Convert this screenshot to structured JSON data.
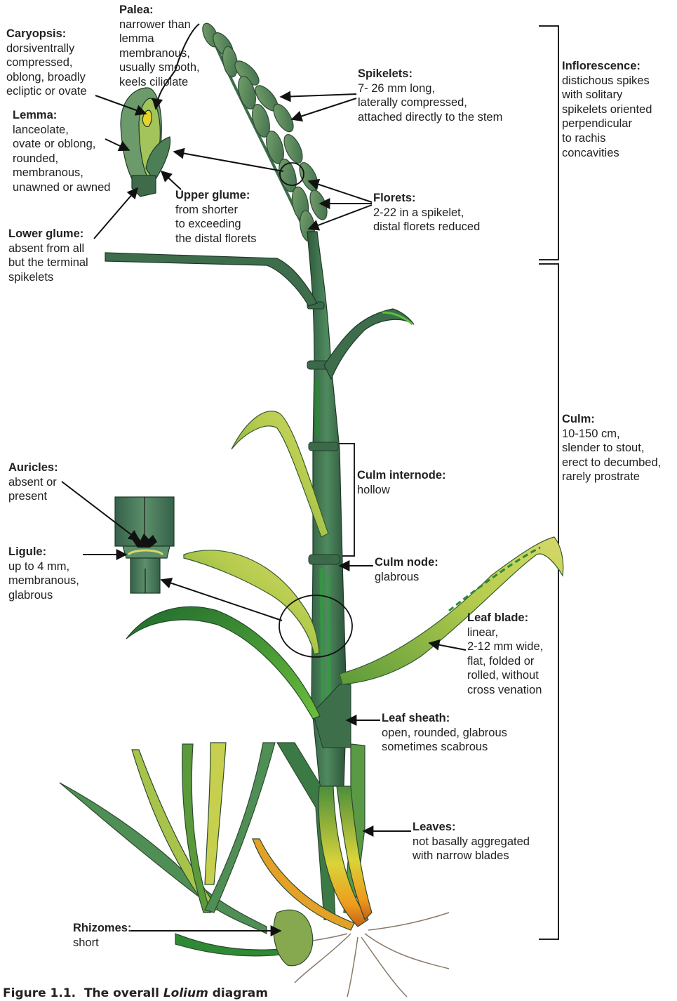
{
  "labels": {
    "palea": {
      "title": "Palea:",
      "desc": "narrower than\nlemma\nmembranous,\nusually smooth,\nkeels ciliolate"
    },
    "caryopsis": {
      "title": "Caryopsis:",
      "desc": "dorsiventrally\ncompressed,\noblong, broadly\necliptic or ovate"
    },
    "lemma": {
      "title": "Lemma:",
      "desc": "lanceolate,\novate or oblong,\nrounded,\nmembranous,\nunawned or awned"
    },
    "upper_glume": {
      "title": "Upper glume:",
      "desc": "from shorter\nto exceeding\nthe distal florets"
    },
    "lower_glume": {
      "title": "Lower glume:",
      "desc": "absent from all\nbut the terminal\nspikelets"
    },
    "spikelets": {
      "title": "Spikelets:",
      "desc": "7- 26 mm long,\nlaterally compressed,\nattached directly to the stem"
    },
    "florets": {
      "title": "Florets:",
      "desc": "2-22 in a spikelet,\ndistal florets reduced"
    },
    "inflorescence": {
      "title": "Inflorescence:",
      "desc": "distichous spikes\nwith solitary\nspikelets oriented\nperpendicular\nto rachis\nconcavities"
    },
    "culm": {
      "title": "Culm:",
      "desc": "10-150 cm,\nslender to stout,\nerect to decumbed,\nrarely prostrate"
    },
    "culm_internode": {
      "title": "Culm internode:",
      "desc": "hollow"
    },
    "auricles": {
      "title": "Auricles:",
      "desc": "absent or\npresent"
    },
    "ligule": {
      "title": "Ligule:",
      "desc": "up to 4 mm,\nmembranous,\nglabrous"
    },
    "culm_node": {
      "title": "Culm node:",
      "desc": "glabrous"
    },
    "leaf_blade": {
      "title": "Leaf blade:",
      "desc": "linear,\n2-12 mm wide,\nflat, folded or\nrolled, without\ncross venation"
    },
    "leaf_sheath": {
      "title": "Leaf sheath:",
      "desc": "open, rounded, glabrous\nsometimes scabrous"
    },
    "leaves": {
      "title": "Leaves:",
      "desc": "not basally aggregated\nwith narrow blades"
    },
    "rhizomes": {
      "title": "Rhizomes:",
      "desc": "short"
    }
  },
  "caption": {
    "prefix": "Figure 1.1.  The overall ",
    "genus": "Lolium",
    "suffix": " diagram"
  },
  "colors": {
    "dark_green": "#3f6b4a",
    "mid_green": "#4f8a55",
    "light_green": "#a8c34a",
    "yellow": "#e7d22a",
    "orange": "#e08a1e",
    "stroke": "#1a1a1a"
  }
}
